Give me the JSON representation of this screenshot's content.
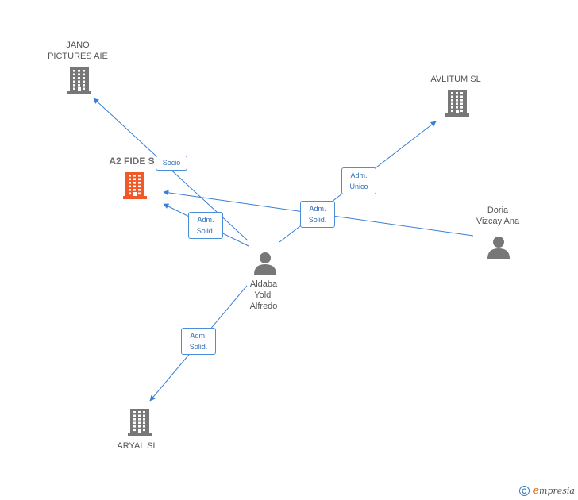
{
  "diagram": {
    "nodes": [
      {
        "id": "jano",
        "kind": "company",
        "label_lines": [
          "JANO",
          "PICTURES  AIE"
        ],
        "color": "#777777",
        "highlight": false
      },
      {
        "id": "avlitum",
        "kind": "company",
        "label_lines": [
          "AVLITUM  SL"
        ],
        "color": "#777777",
        "highlight": false
      },
      {
        "id": "a2fide",
        "kind": "company",
        "label_lines": [
          "A2 FIDE  S"
        ],
        "color": "#f05a28",
        "highlight": true
      },
      {
        "id": "doria",
        "kind": "person",
        "label_lines": [
          "Doria",
          "Vizcay Ana"
        ],
        "color": "#777777",
        "highlight": false
      },
      {
        "id": "aldaba",
        "kind": "person",
        "label_lines": [
          "Aldaba",
          "Yoldi",
          "Alfredo"
        ],
        "color": "#777777",
        "highlight": false
      },
      {
        "id": "aryal",
        "kind": "company",
        "label_lines": [
          "ARYAL  SL"
        ],
        "color": "#777777",
        "highlight": false
      }
    ],
    "edges": [
      {
        "id": "aldaba-jano",
        "label_lines": [
          "Socio"
        ]
      },
      {
        "id": "aldaba-a2fide",
        "label_lines": [
          "Adm.",
          "Solid."
        ]
      },
      {
        "id": "doria-a2fide",
        "label_lines": [
          "Adm.",
          "Solid."
        ]
      },
      {
        "id": "aldaba-avlitum",
        "label_lines": [
          "Adm.",
          "Unico"
        ]
      },
      {
        "id": "aldaba-aryal",
        "label_lines": [
          "Adm.",
          "Solid."
        ]
      }
    ],
    "edge_color": "#3a7fd5"
  },
  "footer": {
    "copyright_symbol": "C",
    "brand_initial": "e",
    "brand_rest": "mpresia"
  }
}
